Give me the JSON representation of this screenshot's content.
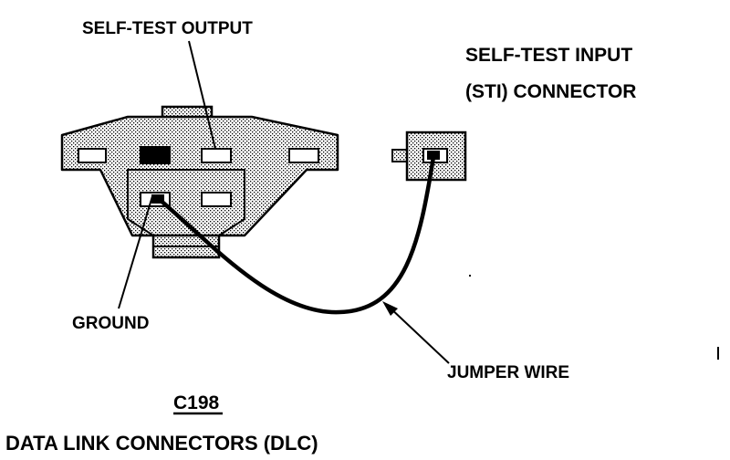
{
  "labels": {
    "self_test_output": "SELF-TEST OUTPUT",
    "sti_line1": "SELF-TEST INPUT",
    "sti_line2": "(STI) CONNECTOR",
    "ground": "GROUND",
    "jumper_wire": "JUMPER WIRE",
    "connector_id": "C198",
    "dlc_title": "DATA LINK CONNECTORS (DLC)"
  },
  "colors": {
    "ink": "#000000",
    "connector_fill": "#d6d6d6",
    "background": "#ffffff"
  }
}
